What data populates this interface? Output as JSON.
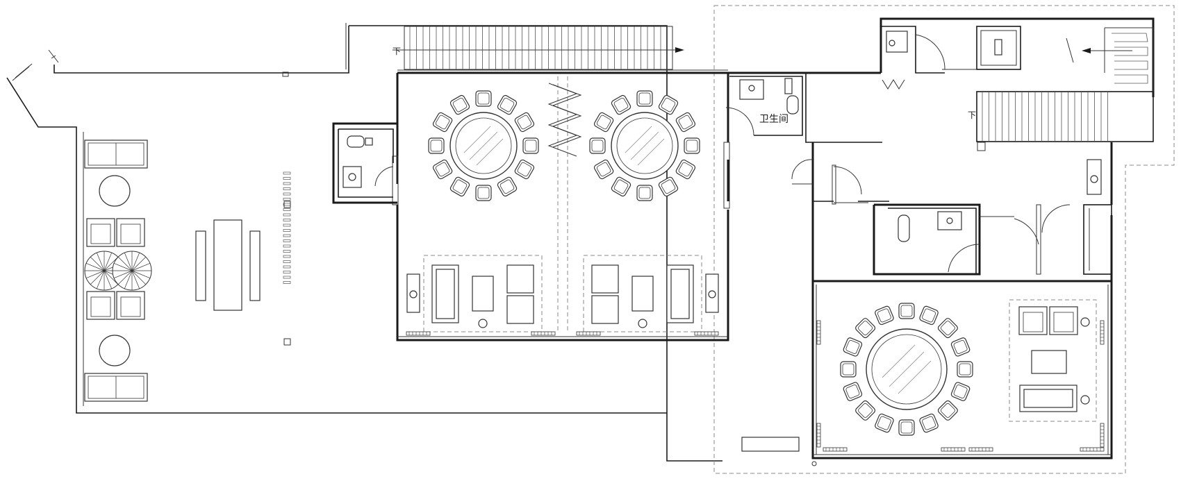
{
  "labels": {
    "restroom": "卫生间",
    "stair_down_top": "下",
    "stair_down_right": "下"
  },
  "colors": {
    "wall": "#1a1a1a",
    "line": "#333333",
    "dashed": "#888888",
    "background": "#ffffff"
  }
}
